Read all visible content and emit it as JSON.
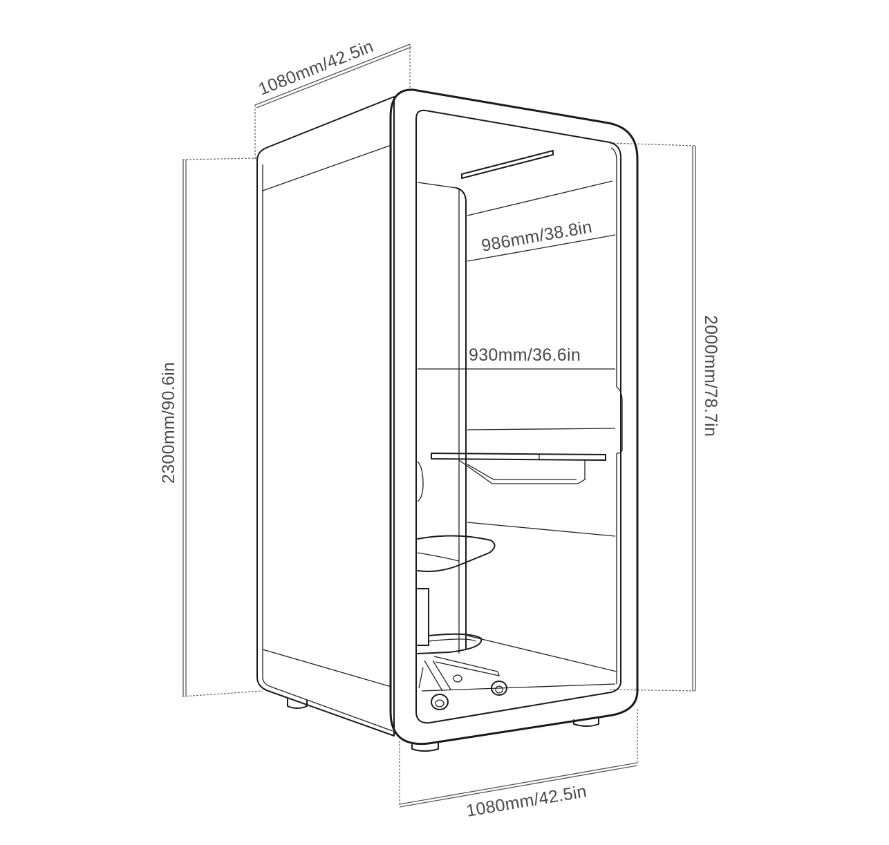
{
  "dimensions": {
    "top_depth": "1080mm/42.5in",
    "bottom_width": "1080mm/42.5in",
    "total_height": "2300mm/90.6in",
    "inner_height": "2000mm/78.7in",
    "inner_depth": "986mm/38.8in",
    "inner_width": "930mm/36.6in"
  },
  "colors": {
    "line": "#1a1a1a",
    "dimension_text": "#4a4a4a",
    "background": "#ffffff"
  }
}
